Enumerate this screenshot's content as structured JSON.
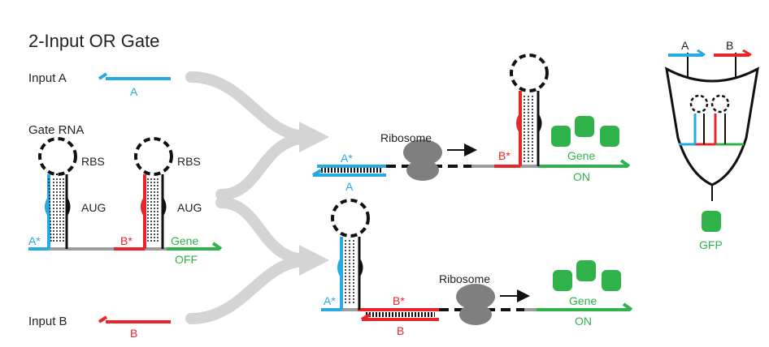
{
  "title": "2-Input OR Gate",
  "labels": {
    "input_a": "Input A",
    "input_b": "Input B",
    "gate_rna": "Gate RNA",
    "strand_a": "A",
    "strand_b": "B",
    "a_star": "A*",
    "b_star": "B*",
    "rbs": "RBS",
    "aug": "AUG",
    "gene": "Gene",
    "off": "OFF",
    "on": "ON",
    "ribosome": "Ribosome",
    "gfp": "GFP"
  },
  "colors": {
    "input_a": "#27aae1",
    "input_b": "#e8262a",
    "gene": "#2fb34a",
    "backbone": "#9d9d9d",
    "flow_arrow": "#d4d4d4",
    "ribosome": "#7f7f7f",
    "text": "#222222"
  },
  "icons": [
    "ribosome-icon",
    "protein-icon",
    "cell-cup-icon",
    "arrow-icon"
  ]
}
